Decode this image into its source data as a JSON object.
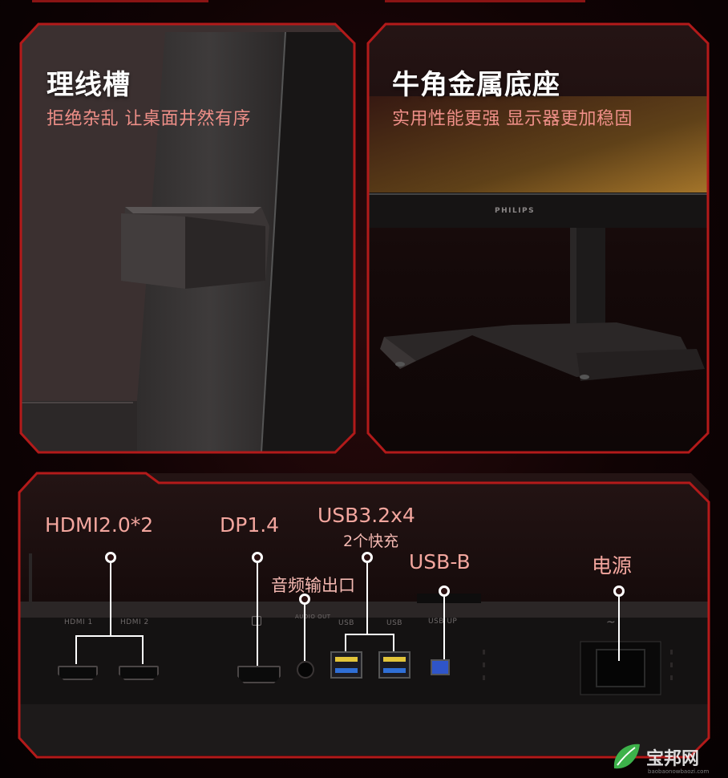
{
  "panels": {
    "cable": {
      "title": "理线槽",
      "subtitle": "拒绝杂乱 让桌面井然有序"
    },
    "stand": {
      "title": "牛角金属底座",
      "subtitle": "实用性能更强 显示器更加稳固",
      "brand": "PHILIPS"
    }
  },
  "ports": {
    "hdmi": "HDMI2.0*2",
    "dp": "DP1.4",
    "usb": "USB3.2x4",
    "usb_fast": "2个快充",
    "audio": "音频输出口",
    "usb_b": "USB-B",
    "power": "电源",
    "silk": {
      "hdmi1": "HDMI 1",
      "hdmi2": "HDMI 2",
      "audio_out": "AUDIO OUT",
      "usb1": "USB",
      "usb2": "USB",
      "usb_up": "USB UP"
    }
  },
  "watermark": {
    "text": "宝邦网",
    "url": "baobaonowbaozi.com"
  },
  "colors": {
    "accent_border": "#b31a1a",
    "subtitle": "#ef8f88",
    "port_label": "#f3a69e",
    "usb_blue": "#2f6fd6",
    "usb_yellow": "#e2c43a"
  }
}
